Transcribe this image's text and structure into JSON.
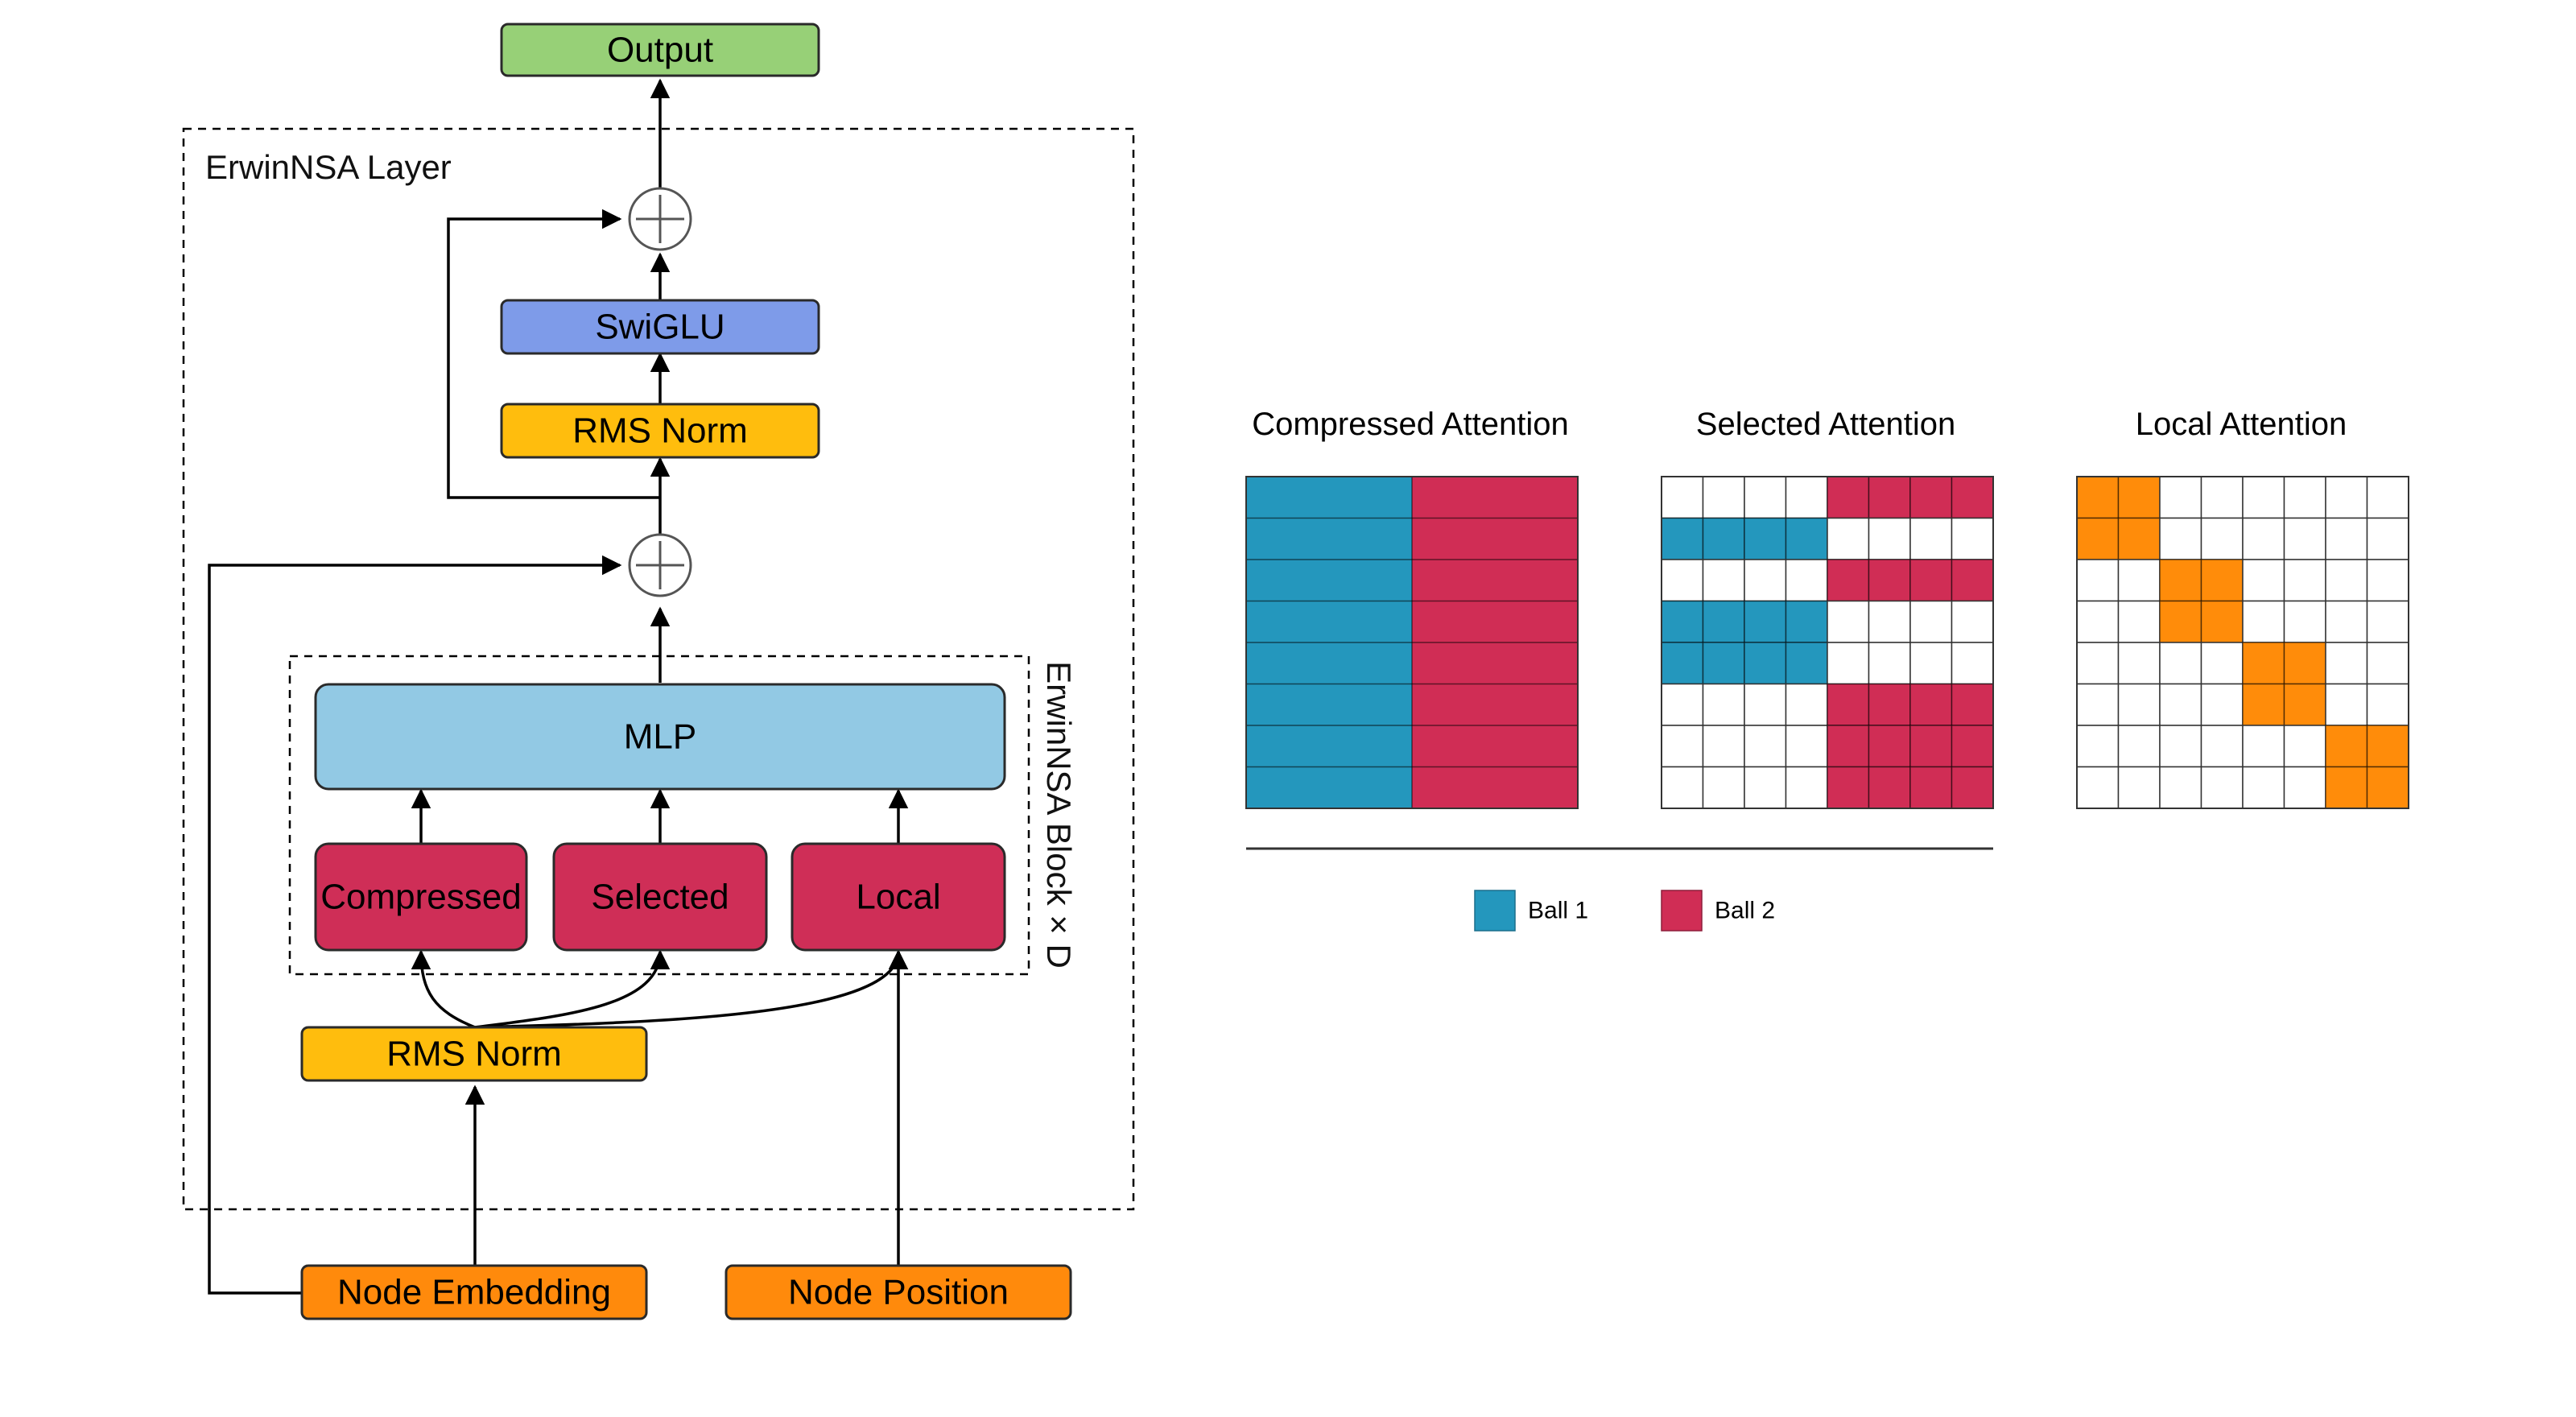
{
  "diagram": {
    "layer_label": "ErwinNSA Layer",
    "block_label": "ErwinNSA Block × D",
    "nodes": {
      "output": "Output",
      "swiglu": "SwiGLU",
      "rms_norm_top": "RMS Norm",
      "mlp": "MLP",
      "compressed": "Compressed",
      "selected": "Selected",
      "local": "Local",
      "rms_norm_bottom": "RMS Norm",
      "node_embedding": "Node Embedding",
      "node_position": "Node Position"
    }
  },
  "attention": {
    "grid_size": 8,
    "panels": [
      {
        "title": "Compressed Attention",
        "cells": [
          "11112222",
          "11112222",
          "11112222",
          "11112222",
          "11112222",
          "11112222",
          "11112222",
          "11112222"
        ]
      },
      {
        "title": "Selected Attention",
        "cells": [
          "00002222",
          "11110000",
          "00002222",
          "11110000",
          "11110000",
          "00002222",
          "00002222",
          "00002222"
        ]
      },
      {
        "title": "Local Attention",
        "cells": [
          "33000000",
          "33000000",
          "00330000",
          "00330000",
          "00003300",
          "00003300",
          "00000033",
          "00000033"
        ]
      }
    ],
    "legend": [
      {
        "label": "Ball 1",
        "color": "#2497bd"
      },
      {
        "label": "Ball 2",
        "color": "#d02d55"
      }
    ],
    "colors": {
      "ball1": "#2497bd",
      "ball2": "#d02d55",
      "local": "#ff8c0a",
      "empty": "#ffffff"
    }
  },
  "colors": {
    "output": "#97d077",
    "swiglu": "#7e9be9",
    "rms_norm": "#ffbd0d",
    "mlp": "#92c9e4",
    "attention_op": "#cf2e57",
    "input": "#ff8a0c"
  }
}
